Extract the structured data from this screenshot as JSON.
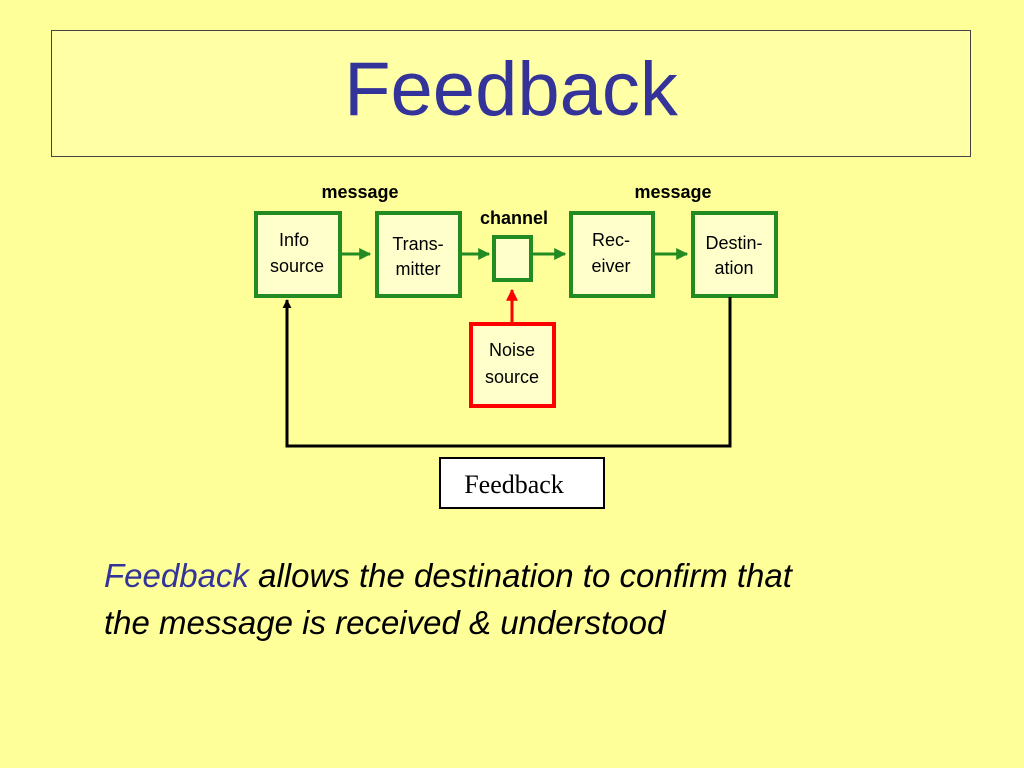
{
  "slide": {
    "title": "Feedback",
    "caption_keyword": "Feedback",
    "caption_rest_line1": " allows the destination to confirm that",
    "caption_rest_line2": "the message is received & understood"
  },
  "diagram": {
    "labels": {
      "message_left": "message",
      "message_right": "message",
      "channel": "channel",
      "feedback": "Feedback"
    },
    "blocks": {
      "info_source": [
        "Info",
        "source"
      ],
      "transmitter": [
        "Trans-",
        "mitter"
      ],
      "receiver": [
        "Rec-",
        "eiver"
      ],
      "destination": [
        "Destin-",
        "ation"
      ],
      "noise_source": [
        "Noise",
        "source"
      ]
    },
    "colors": {
      "block_border": "#228b22",
      "noise_border": "#ff0000",
      "block_fill": "#ffffcc",
      "title_text": "#333399"
    }
  }
}
